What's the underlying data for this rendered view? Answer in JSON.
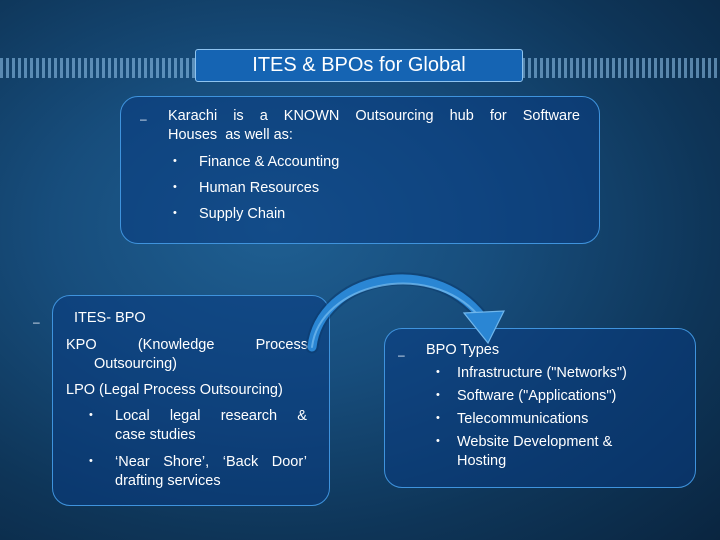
{
  "slide": {
    "title": "ITES & BPOs for Global",
    "top_panel": {
      "marker": "–",
      "intro_line1_words": [
        "Karachi",
        "is",
        "a",
        "KNOWN",
        "Outsourcing",
        "hub",
        "for",
        "Software"
      ],
      "intro_line2": "Houses  as well as:",
      "bullet_glyph": "•",
      "items": [
        "Finance & Accounting",
        "Human Resources",
        "Supply Chain"
      ]
    },
    "left_panel": {
      "marker": "–",
      "heading": "ITES- BPO",
      "kpo_line1_words": [
        "KPO",
        "(Knowledge",
        "Process"
      ],
      "kpo_line2": "Outsourcing)",
      "lpo": "LPO (Legal Process Outsourcing)",
      "bullet_glyph": "•",
      "sub1_line1_words": [
        "Local",
        "legal",
        "research",
        "&"
      ],
      "sub1_line2": "case studies",
      "sub2_line1_words": [
        "‘Near",
        "Shore’,",
        "‘Back",
        "Door’"
      ],
      "sub2_line2": "drafting services"
    },
    "right_panel": {
      "marker": "–",
      "heading": "BPO Types",
      "bullet_glyph": "•",
      "items": [
        "Infrastructure (\"Networks\")",
        "Software (\"Applications\")",
        "Telecommunications",
        "Website Development &"
      ],
      "item4_line2": "Hosting"
    },
    "colors": {
      "background": "#174d7c",
      "title_fill": "#1564b3",
      "panel_border": "#3f93dd",
      "arrow": "#2a86d4"
    }
  }
}
